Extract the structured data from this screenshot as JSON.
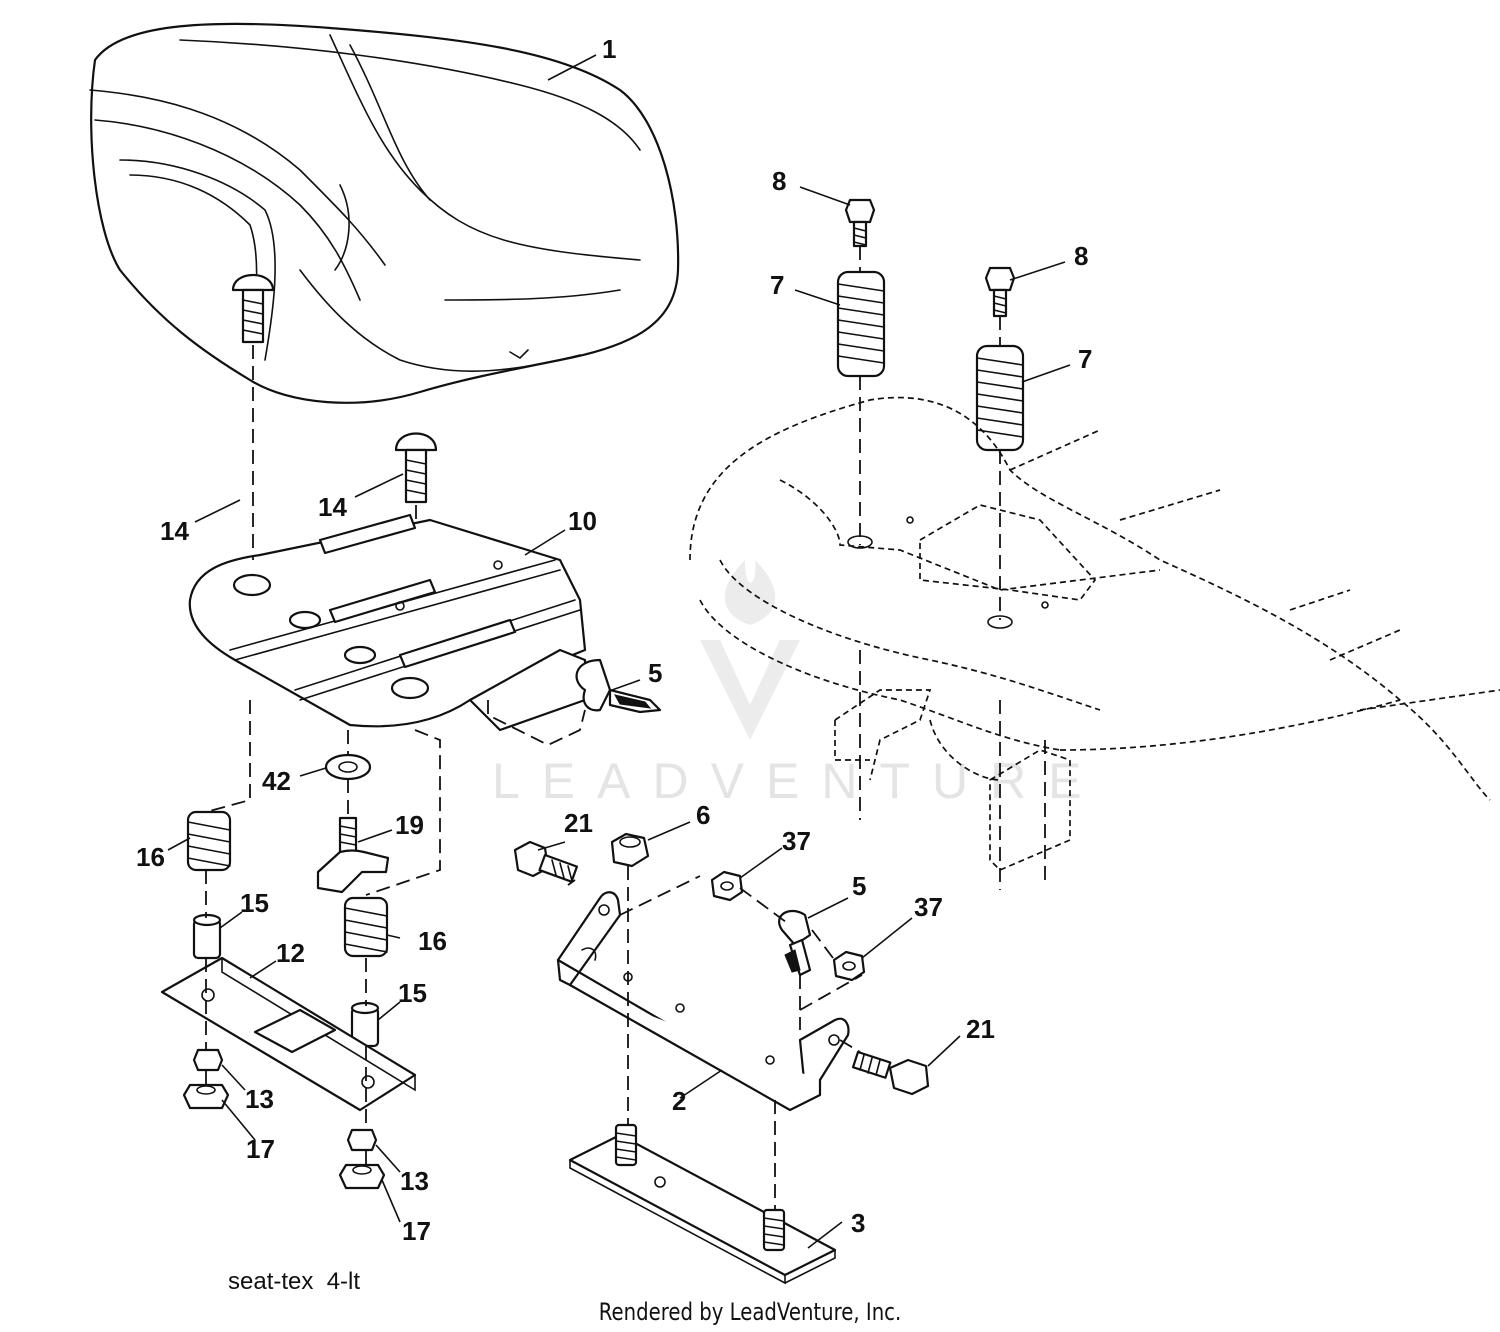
{
  "diagram": {
    "caption": "seat-tex  4-lt",
    "credit": "Rendered by LeadVenture, Inc.",
    "watermark": "LEADVENTURE",
    "callouts": {
      "c1": "1",
      "c2": "2",
      "c3": "3",
      "c5a": "5",
      "c5b": "5",
      "c6": "6",
      "c7a": "7",
      "c7b": "7",
      "c8a": "8",
      "c8b": "8",
      "c10": "10",
      "c12": "12",
      "c13a": "13",
      "c13b": "13",
      "c14a": "14",
      "c14b": "14",
      "c15a": "15",
      "c15b": "15",
      "c16a": "16",
      "c16b": "16",
      "c17a": "17",
      "c17b": "17",
      "c19": "19",
      "c21a": "21",
      "c21b": "21",
      "c37a": "37",
      "c37b": "37",
      "c42": "42"
    }
  }
}
